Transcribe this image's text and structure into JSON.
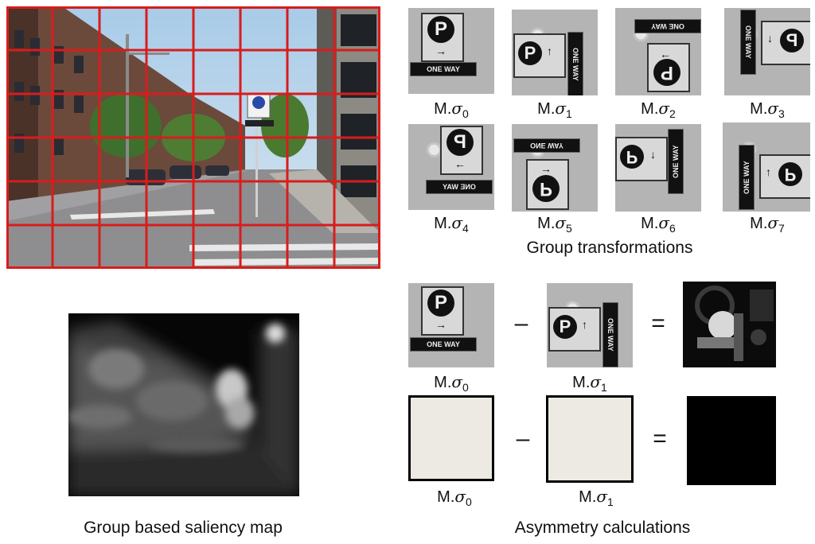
{
  "captions": {
    "group_transformations": "Group transformations",
    "saliency_map": "Group based saliency map",
    "asymmetry": "Asymmetry calculations"
  },
  "transform_labels": [
    "M.σ0",
    "M.σ1",
    "M.σ2",
    "M.σ3",
    "M.σ4",
    "M.σ5",
    "M.σ6",
    "M.σ7"
  ],
  "label_prefix": "M.",
  "label_symbol": "σ",
  "transform_indices": [
    "0",
    "1",
    "2",
    "3",
    "4",
    "5",
    "6",
    "7"
  ],
  "asym_labels": {
    "row1_left": "0",
    "row1_right": "1",
    "row2_left": "0",
    "row2_right": "1"
  },
  "operators": {
    "minus": "–",
    "equals": "="
  },
  "sign_text": {
    "p": "P",
    "one_way": "ONE WAY"
  },
  "colors": {
    "grid": "#d91c1c",
    "blank_square": "#eceae2",
    "result_black": "#000000"
  }
}
